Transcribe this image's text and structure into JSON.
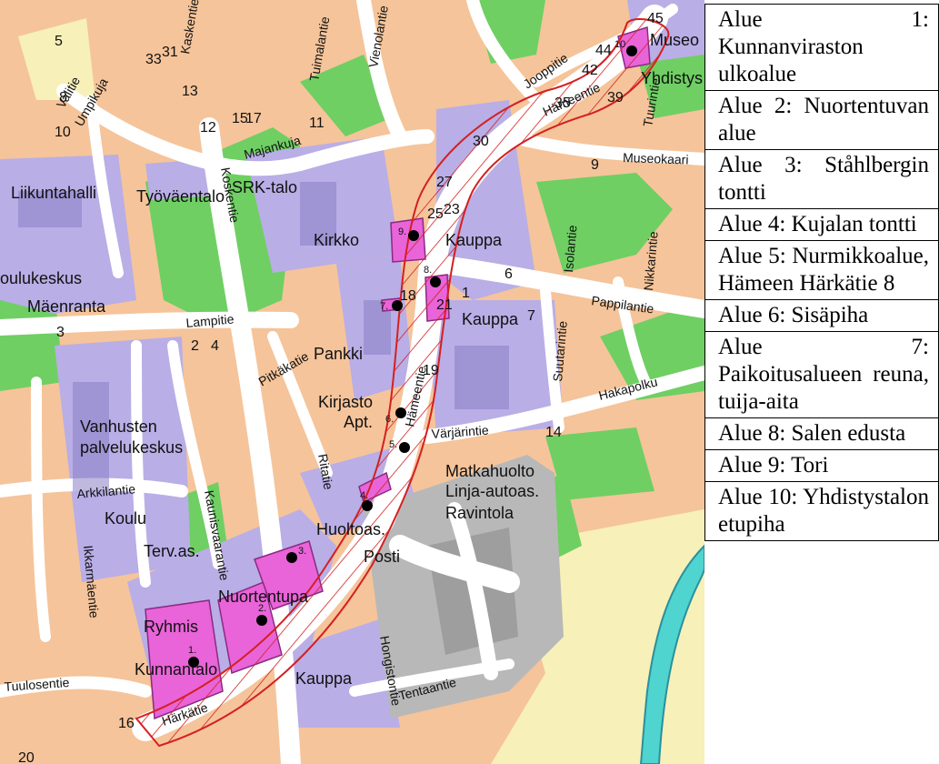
{
  "map": {
    "place_labels": [
      {
        "id": "liikuntahalli",
        "text": "Liikuntahalli"
      },
      {
        "id": "tyovaentalo",
        "text": "Työväentalo"
      },
      {
        "id": "srk",
        "text": "SRK-talo"
      },
      {
        "id": "kirkko",
        "text": "Kirkko"
      },
      {
        "id": "koulukeskus",
        "text": "oulukeskus"
      },
      {
        "id": "maenranta",
        "text": "Mäenranta"
      },
      {
        "id": "kauppa1",
        "text": "Kauppa"
      },
      {
        "id": "kauppa2",
        "text": "Kauppa"
      },
      {
        "id": "kauppa3",
        "text": "Kauppa"
      },
      {
        "id": "pankki",
        "text": "Pankki"
      },
      {
        "id": "kirjasto",
        "text": "Kirjasto"
      },
      {
        "id": "apt",
        "text": "Apt."
      },
      {
        "id": "vanhusten",
        "text": "Vanhusten"
      },
      {
        "id": "palvelukeskus",
        "text": "palvelukeskus"
      },
      {
        "id": "koulu",
        "text": "Koulu"
      },
      {
        "id": "terv",
        "text": "Terv.as."
      },
      {
        "id": "nuortentupa",
        "text": "Nuortentupa"
      },
      {
        "id": "ryhmis",
        "text": "Ryhmis"
      },
      {
        "id": "kunnantalo",
        "text": "Kunnantalo"
      },
      {
        "id": "huoltoas",
        "text": "Huoltoas."
      },
      {
        "id": "posti",
        "text": "Posti"
      },
      {
        "id": "matkahuolto",
        "text": "Matkahuolto"
      },
      {
        "id": "linja",
        "text": "Linja-autoas."
      },
      {
        "id": "ravintola",
        "text": "Ravintola"
      },
      {
        "id": "museo",
        "text": "Museo"
      },
      {
        "id": "yhdistys",
        "text": "Yhdistys"
      }
    ],
    "street_labels": [
      {
        "id": "majankuja",
        "text": "Majankuja"
      },
      {
        "id": "koskentie",
        "text": "Koskentie"
      },
      {
        "id": "lampitie",
        "text": "Lampitie"
      },
      {
        "id": "hameentie_n",
        "text": "Hämeentie"
      },
      {
        "id": "hameentie_s",
        "text": "Hämeentie"
      },
      {
        "id": "pappilantie",
        "text": "Pappilantie"
      },
      {
        "id": "hakapolku",
        "text": "Hakapolku"
      },
      {
        "id": "varjarintie",
        "text": "Värjärintie"
      },
      {
        "id": "arkkilantie",
        "text": "Arkkilantie"
      },
      {
        "id": "kaunisvaarantie",
        "text": "Kaunisvaarantie"
      },
      {
        "id": "harkatie",
        "text": "Härkätie"
      },
      {
        "id": "tuulosentie",
        "text": "Tuulosentie"
      },
      {
        "id": "hongistontie",
        "text": "Hongistontie"
      },
      {
        "id": "museokaari",
        "text": "Museokaari"
      },
      {
        "id": "jooppitie",
        "text": "Jooppitie"
      },
      {
        "id": "vienolantie",
        "text": "Vienolantie"
      },
      {
        "id": "tuimalantie",
        "text": "Tuimalantie"
      },
      {
        "id": "suutarintie",
        "text": "Suutarintie"
      },
      {
        "id": "isolantie",
        "text": "Isolantie"
      },
      {
        "id": "nikkarintie",
        "text": "Nikkarintie"
      },
      {
        "id": "pitkakatie",
        "text": "Pitkäkatie"
      },
      {
        "id": "ritatie",
        "text": "Ritatie"
      },
      {
        "id": "tentaantie",
        "text": "Tentaantie"
      },
      {
        "id": "ikkarmaentie",
        "text": "Ikkarmäentie"
      },
      {
        "id": "valitie",
        "text": "Valitie"
      },
      {
        "id": "umpikuja",
        "text": "Umpikuja"
      },
      {
        "id": "kaskentie",
        "text": "Kaskentie"
      },
      {
        "id": "tuurintie",
        "text": "Tuurintie"
      }
    ],
    "markers": [
      {
        "id": "m1",
        "text": "1."
      },
      {
        "id": "m2",
        "text": "2."
      },
      {
        "id": "m3",
        "text": "3."
      },
      {
        "id": "m4",
        "text": "4."
      },
      {
        "id": "m5",
        "text": "5."
      },
      {
        "id": "m6",
        "text": "6."
      },
      {
        "id": "m7",
        "text": "7."
      },
      {
        "id": "m8",
        "text": "8."
      },
      {
        "id": "m9",
        "text": "9."
      },
      {
        "id": "m10",
        "text": "10"
      }
    ],
    "house_numbers": [
      "5",
      "8",
      "33",
      "31",
      "13",
      "27",
      "15",
      "17",
      "12",
      "10",
      "11",
      "9",
      "6",
      "4",
      "3",
      "2",
      "1",
      "7",
      "20",
      "14",
      "16",
      "18",
      "19",
      "21",
      "23",
      "25",
      "30",
      "35",
      "39",
      "42",
      "44",
      "45"
    ],
    "colors": {
      "residential": "#f5c49a",
      "commercial": "#b9aee6",
      "green": "#6fcf63",
      "road": "#ffffff",
      "special_area": "#e864d8",
      "boundary": "#d42020",
      "industrial": "#b8b8b8",
      "field": "#f7f0b8",
      "river": "#4fd4d0"
    }
  },
  "legend": {
    "items": [
      {
        "id": "alue-1",
        "text": "Alue 1: Kunnanviraston ulkoalue"
      },
      {
        "id": "alue-2",
        "text": "Alue 2: Nuortentuvan alue"
      },
      {
        "id": "alue-3",
        "text": "Alue 3: Ståhlbergin tontti"
      },
      {
        "id": "alue-4",
        "text": "Alue 4: Kujalan tontti"
      },
      {
        "id": "alue-5",
        "text": "Alue 5: Nurmikkoalue, Hämeen Härkätie 8"
      },
      {
        "id": "alue-6",
        "text": "Alue 6: Sisäpiha"
      },
      {
        "id": "alue-7",
        "text": "Alue 7: Paikoitusalueen reuna, tuija-aita"
      },
      {
        "id": "alue-8",
        "text": "Alue 8: Salen edusta"
      },
      {
        "id": "alue-9",
        "text": "Alue 9: Tori"
      },
      {
        "id": "alue-10",
        "text": "Alue 10: Yhdistystalon etupiha"
      }
    ]
  }
}
